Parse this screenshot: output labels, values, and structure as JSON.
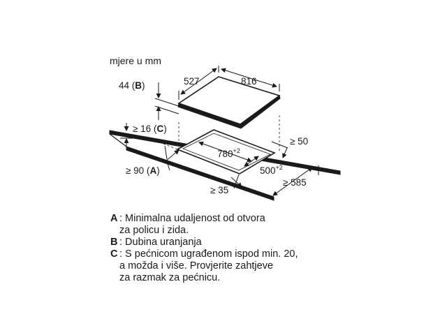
{
  "units": "mjere u mm",
  "dimensions": {
    "width_top": "527",
    "depth_top": "816",
    "b_label_value": "44 (",
    "b_letter": "B",
    "b_close": ")",
    "c_label_value": "≥ 16 (",
    "c_letter": "C",
    "c_close": ")",
    "a_label_value": "≥ 90 (",
    "a_letter": "A",
    "a_close": ")",
    "cutout_width": "780",
    "cutout_width_tol": "+2",
    "cutout_depth": "500",
    "cutout_depth_tol": "+2",
    "back_clearance": "≥ 50",
    "front_clearance": "≥ 35",
    "counter_depth": "≥ 585"
  },
  "legend": [
    {
      "key": "A",
      "text": ": Minimalna udaljenost od otvora\nza policu i zida."
    },
    {
      "key": "B",
      "text": ": Dubina uranjanja"
    },
    {
      "key": "C",
      "text": ": S pećnicom ugrađenom ispod min. 20,\na možda i više. Provjerite zahtjeve\nza razmak za pećnicu."
    }
  ]
}
